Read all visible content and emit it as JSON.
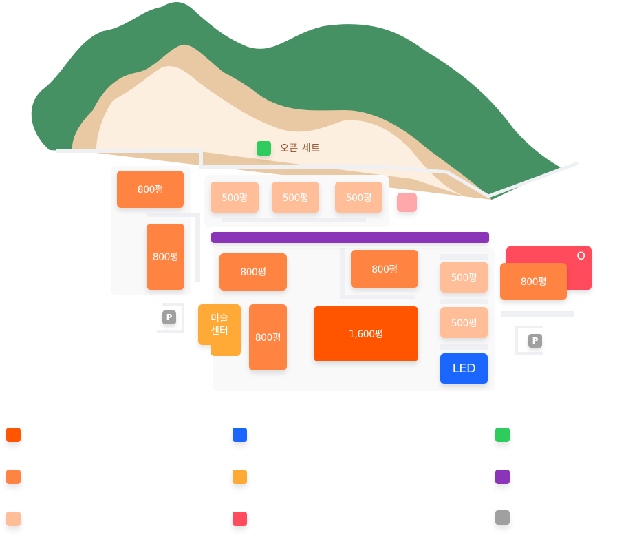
{
  "map": {
    "open_set": {
      "label": "오픈 세트",
      "color": "#2ecc5c"
    },
    "mountain_colors": {
      "forest": "#459163",
      "sand": "#e9c9a3",
      "ground": "#fdefe0"
    },
    "halls": [
      {
        "id": "w1",
        "label": "800평",
        "type": "800"
      },
      {
        "id": "w2",
        "label": "800평",
        "type": "800"
      },
      {
        "id": "n1",
        "label": "500평",
        "type": "500"
      },
      {
        "id": "n2",
        "label": "500평",
        "type": "500"
      },
      {
        "id": "n3",
        "label": "500평",
        "type": "500"
      },
      {
        "id": "c1",
        "label": "800평",
        "type": "800"
      },
      {
        "id": "c2",
        "label": "800평",
        "type": "800"
      },
      {
        "id": "c3",
        "label": "800평",
        "type": "800"
      },
      {
        "id": "big",
        "label": "1,600평",
        "type": "1600"
      },
      {
        "id": "e1",
        "label": "500평",
        "type": "500"
      },
      {
        "id": "e2",
        "label": "500평",
        "type": "500"
      },
      {
        "id": "led",
        "label": "LED",
        "type": "led"
      },
      {
        "id": "far",
        "label": "800평",
        "type": "800"
      }
    ],
    "art_center": {
      "label_line1": "미술",
      "label_line2": "센터"
    },
    "red_building_mark": "O",
    "parking_label": "P"
  },
  "legend": {
    "items": [
      {
        "color": "#ff5500"
      },
      {
        "color": "#1b66ff"
      },
      {
        "color": "#2ecc5c"
      },
      {
        "color": "#ff8442"
      },
      {
        "color": "#ffaa36"
      },
      {
        "color": "#8a35b7"
      },
      {
        "color": "#ffbd98"
      },
      {
        "color": "#ff4b5c"
      },
      {
        "color": "#a0a0a0"
      }
    ]
  }
}
